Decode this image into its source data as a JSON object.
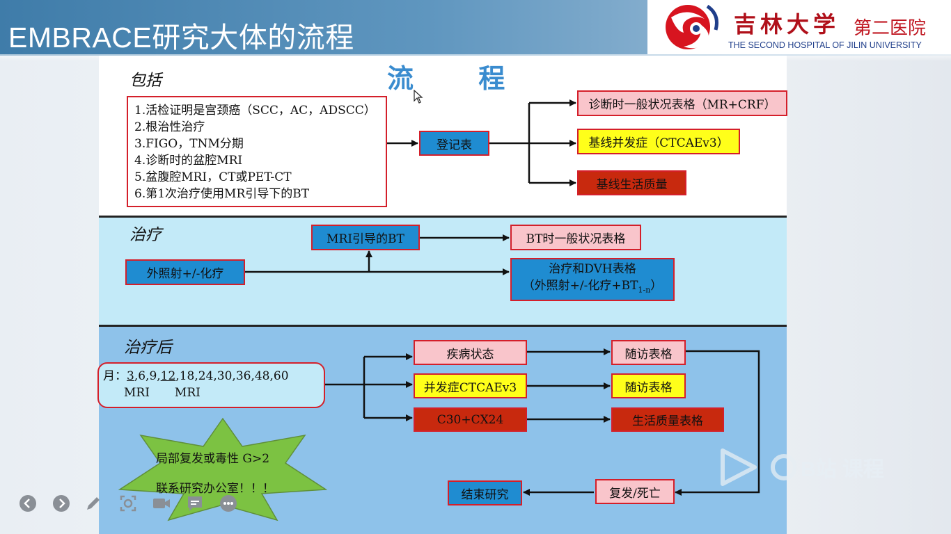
{
  "slide": {
    "title": "EMBRACE研究大体的流程"
  },
  "logo": {
    "name_cn": "吉林大学",
    "dept_cn": "第二医院",
    "name_en": "THE SECOND HOSPITAL OF JILIN UNIVERSITY"
  },
  "flow_title": "流 程",
  "sections": {
    "include": "包括",
    "treatment": "治疗",
    "post": "治疗后"
  },
  "criteria": [
    "1.活检证明是宫颈癌（SCC，AC，ADSCC）",
    "2.根治性治疗",
    "3.FIGO，TNM分期",
    "4.诊断时的盆腔MRI",
    "5.盆腹腔MRI，CT或PET-CT",
    "6.第1次治疗使用MR引导下的BT"
  ],
  "register": "登记表",
  "include_outputs": {
    "diag": "诊断时一般状况表格（MR+CRF）",
    "baseline_comp": "基线并发症（CTCAEv3）",
    "baseline_qol": "基线生活质量"
  },
  "treatment": {
    "mri_bt": "MRI引导的BT",
    "bt_form": "BT时一般状况表格",
    "ebrt": "外照射+/-化疗",
    "dvh_line1": "治疗和DVH表格",
    "dvh_line2_pre": "（外照射+/-化疗+BT",
    "dvh_sub": "1-n",
    "dvh_line2_post": "）"
  },
  "post": {
    "months_prefix": "月：",
    "month_3": "3",
    "months_mid": ",6,9,",
    "month_12": "12",
    "months_rest": ",18,24,30,36,48,60",
    "mri_a": "MRI",
    "mri_b": "MRI",
    "status": "疾病状态",
    "complication": "并发症CTCAEv3",
    "qol": "C30+CX24",
    "followup_1": "随访表格",
    "followup_2": "随访表格",
    "qol_form": "生活质量表格",
    "relapse": "复发/死亡",
    "end": "结束研究",
    "star_line1": "局部复发或毒性 G>2",
    "star_line2": "联系研究办公室！！！"
  },
  "watermark": "B站 课程",
  "colors": {
    "blue_box": "#1f8cd1",
    "pink_box": "#f9c5cb",
    "yellow_box": "#ffff1a",
    "dark_red_box": "#c8290e",
    "box_border": "#d41f2a",
    "star_green": "#7cc242"
  },
  "toolbar_icons": [
    "prev-icon",
    "next-icon",
    "pen-icon",
    "zoom-icon",
    "camera-icon",
    "subtitle-icon",
    "more-icon"
  ]
}
